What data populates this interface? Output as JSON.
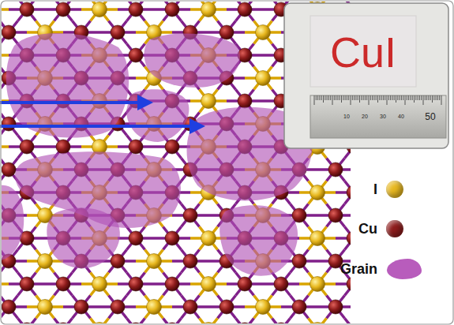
{
  "diagram": {
    "labels": [
      "CuI",
      "10",
      "20",
      "30",
      "40",
      "50"
    ],
    "legend": [
      {
        "text": "I",
        "color": "#e8b820"
      },
      {
        "text": "Cu",
        "color": "#8e1c1c"
      },
      {
        "text": "Grain",
        "color": "#b85cbc"
      }
    ]
  }
}
